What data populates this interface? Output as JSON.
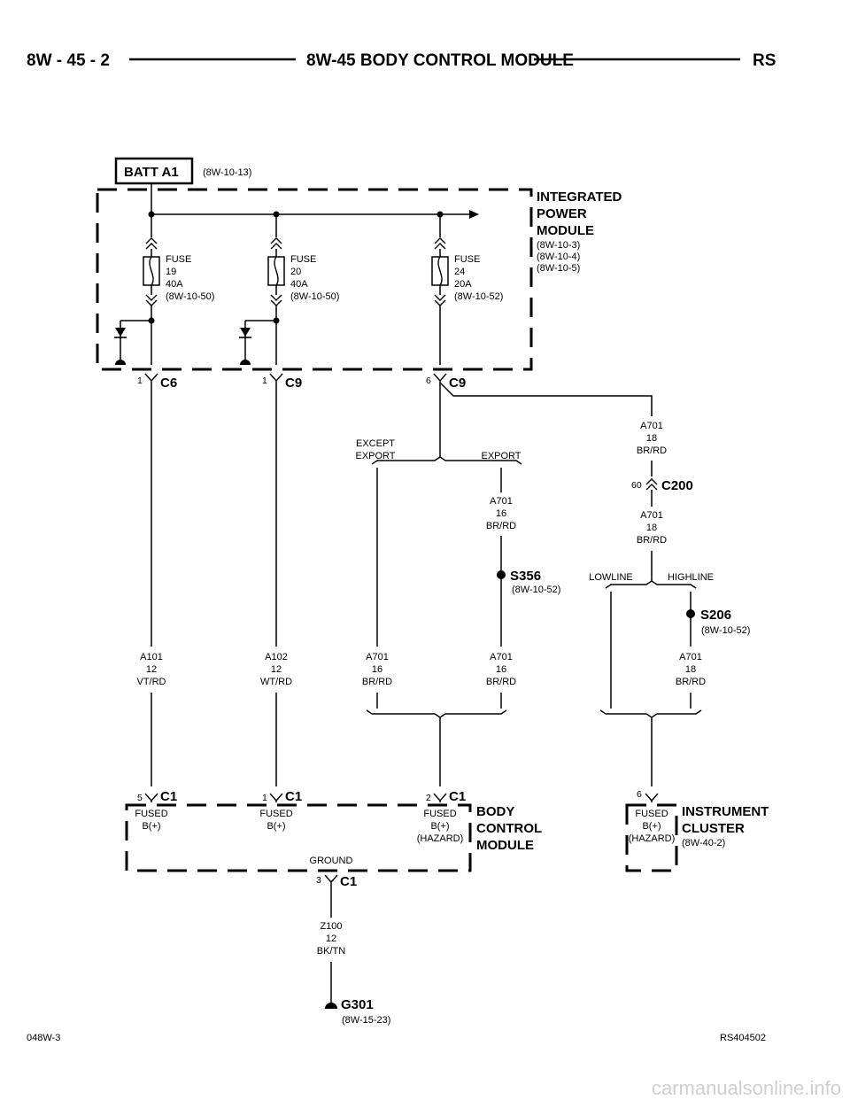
{
  "header": {
    "page_number": "8W - 45 - 2",
    "title": "8W-45 BODY CONTROL MODULE",
    "model": "RS"
  },
  "battery": {
    "label": "BATT A1",
    "ref": "(8W-10-13)"
  },
  "ipm": {
    "title": [
      "INTEGRATED",
      "POWER",
      "MODULE"
    ],
    "refs": [
      "(8W-10-3)",
      "(8W-10-4)",
      "(8W-10-5)"
    ]
  },
  "fuses": [
    {
      "lines": [
        "FUSE",
        "19",
        "40A",
        "(8W-10-50)"
      ]
    },
    {
      "lines": [
        "FUSE",
        "20",
        "40A",
        "(8W-10-50)"
      ]
    },
    {
      "lines": [
        "FUSE",
        "24",
        "20A",
        "(8W-10-52)"
      ]
    }
  ],
  "ipm_connectors": [
    {
      "pin": "1",
      "name": "C6"
    },
    {
      "pin": "1",
      "name": "C9"
    },
    {
      "pin": "6",
      "name": "C9"
    }
  ],
  "wires": {
    "a701_18_top": [
      "A701",
      "18",
      "BR/RD"
    ],
    "c200_pin": "60",
    "c200_name": "C200",
    "a701_18_mid": [
      "A701",
      "18",
      "BR/RD"
    ],
    "except_export": [
      "EXCEPT",
      "EXPORT"
    ],
    "export": "EXPORT",
    "a701_16_top": [
      "A701",
      "16",
      "BR/RD"
    ],
    "lowline": "LOWLINE",
    "highline": "HIGHLINE",
    "a101": [
      "A101",
      "12",
      "VT/RD"
    ],
    "a102": [
      "A102",
      "12",
      "WT/RD"
    ],
    "a701_16_left": [
      "A701",
      "16",
      "BR/RD"
    ],
    "a701_16_right": [
      "A701",
      "16",
      "BR/RD"
    ],
    "a701_18_bottom": [
      "A701",
      "18",
      "BR/RD"
    ],
    "z100": [
      "Z100",
      "12",
      "BK/TN"
    ]
  },
  "splices": [
    {
      "name": "S356",
      "ref": "(8W-10-52)"
    },
    {
      "name": "S206",
      "ref": "(8W-10-52)"
    }
  ],
  "bcm": {
    "title": [
      "BODY",
      "CONTROL",
      "MODULE"
    ],
    "connectors": [
      {
        "pin": "5",
        "name": "C1",
        "label": [
          "FUSED",
          "B(+)"
        ]
      },
      {
        "pin": "1",
        "name": "C1",
        "label": [
          "FUSED",
          "B(+)"
        ]
      },
      {
        "pin": "2",
        "name": "C1",
        "label": [
          "FUSED",
          "B(+)",
          "(HAZARD)"
        ]
      }
    ],
    "ground_label": "GROUND",
    "ground_pin": "3",
    "ground_conn": "C1"
  },
  "cluster": {
    "title": [
      "INSTRUMENT",
      "CLUSTER"
    ],
    "ref": "(8W-40-2)",
    "pin": "6",
    "label": [
      "FUSED",
      "B(+)",
      "(HAZARD)"
    ]
  },
  "ground": {
    "name": "G301",
    "ref": "(8W-15-23)"
  },
  "footer": {
    "left": "048W-3",
    "right": "RS404502"
  },
  "watermark": "carmanualsonline.info"
}
